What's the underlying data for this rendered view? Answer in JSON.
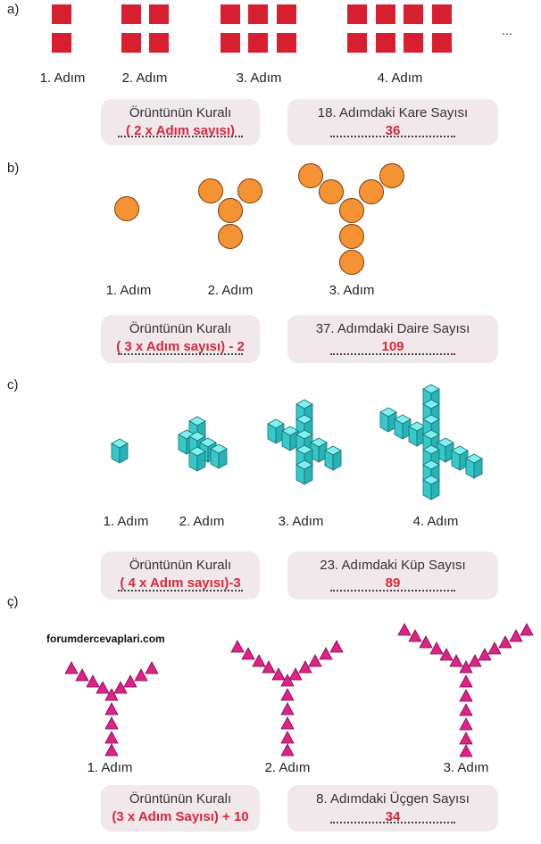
{
  "sections": [
    {
      "label": "a)",
      "steps": [
        "1. Adım",
        "2. Adım",
        "3. Adım",
        "4. Adım"
      ],
      "ellipsis": "...",
      "rule_title": "Örüntünün Kuralı",
      "rule_value": "( 2 x Adım sayısı)",
      "question_title": "18. Adımdaki Kare Sayısı",
      "question_answer": "36"
    },
    {
      "label": "b)",
      "steps": [
        "1. Adım",
        "2. Adım",
        "3. Adım"
      ],
      "rule_title": "Örüntünün Kuralı",
      "rule_value": "( 3 x Adım sayısı) - 2",
      "question_title": "37. Adımdaki Daire Sayısı",
      "question_answer": "109"
    },
    {
      "label": "c)",
      "steps": [
        "1. Adım",
        "2. Adım",
        "3. Adım",
        "4. Adım"
      ],
      "rule_title": "Örüntünün Kuralı",
      "rule_value": "( 4 x Adım sayısı)-3",
      "question_title": "23. Adımdaki Küp Sayısı",
      "question_answer": "89"
    },
    {
      "label": "ç)",
      "watermark": "forumdercevaplari.com",
      "steps": [
        "1. Adım",
        "2. Adım",
        "3. Adım"
      ],
      "rule_title": "Örüntünün Kuralı",
      "rule_value": "(3 x Adım Sayısı) + 10",
      "question_title": "8. Adımdaki Üçgen Sayısı",
      "question_answer": "34"
    }
  ],
  "colors": {
    "square": "#d71f30",
    "circle": "#f59232",
    "cube": "#40d6d8",
    "triangle": "#e0218a",
    "answer": "#d8293a",
    "box_bg": "#f1e8ec"
  }
}
